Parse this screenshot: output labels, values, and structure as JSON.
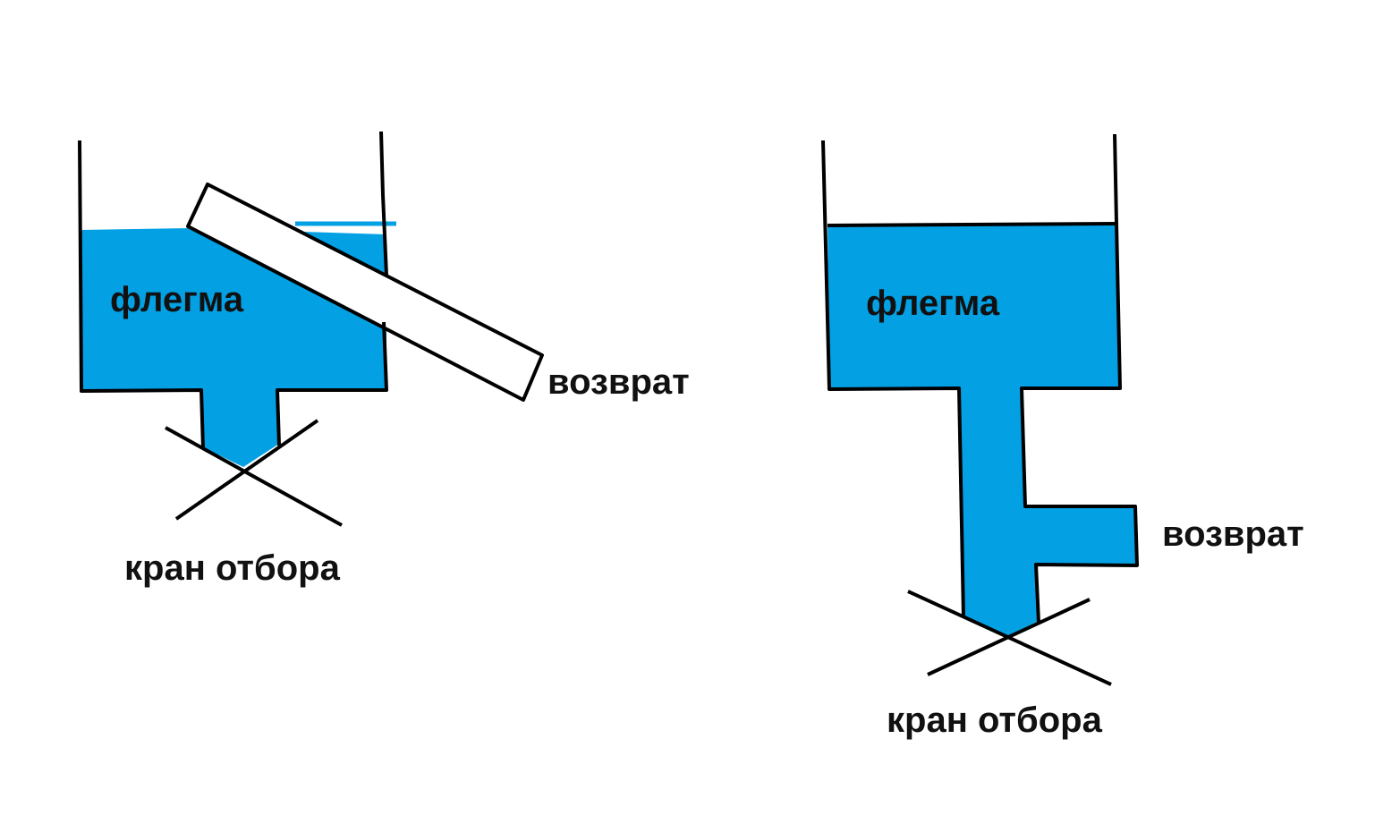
{
  "colors": {
    "liquid": "#04a0e4",
    "outline": "#000000",
    "background": "#ffffff"
  },
  "left_diagram": {
    "liquid_label": "флегма",
    "return_label": "возврат",
    "valve_label": "кран отбора"
  },
  "right_diagram": {
    "liquid_label": "флегма",
    "return_label": "возврат",
    "valve_label": "кран отбора"
  }
}
